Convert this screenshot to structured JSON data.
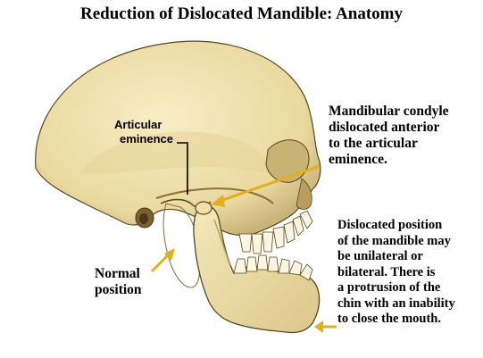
{
  "title": "Reduction of Dislocated Mandible: Anatomy",
  "labels": {
    "articular_eminence": [
      "Articular",
      "eminence"
    ],
    "condyle_note": [
      "Mandibular condyle",
      "dislocated anterior",
      "to the articular",
      "eminence."
    ],
    "normal_position": [
      "Normal",
      "position"
    ],
    "dislocated_note": [
      "Dislocated position",
      "of the mandible may",
      "be unilateral or",
      "bilateral. There is",
      "a protrusion of the",
      "chin with an inability",
      "to close the mouth."
    ]
  },
  "colors": {
    "skull": "#f2e6b4",
    "skull_shadow": "#d9c68a",
    "outline": "#3a2a14",
    "arrow": "#e0b020",
    "leader": "#000000"
  }
}
